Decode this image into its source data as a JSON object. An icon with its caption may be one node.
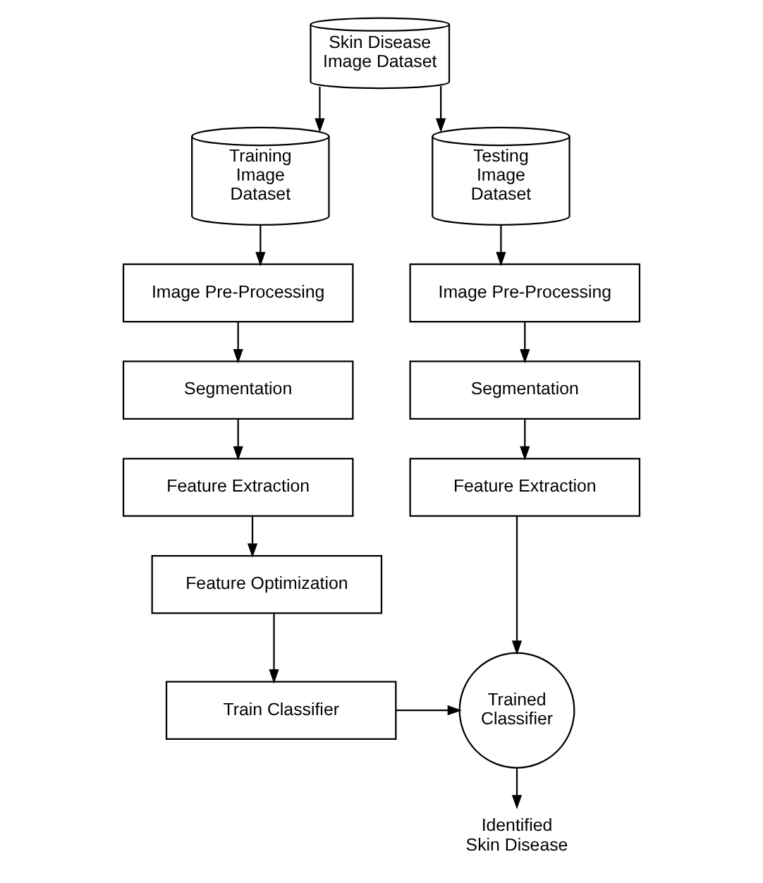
{
  "diagram": {
    "nodes": [
      {
        "text": [
          "Skin Disease Image Dataset"
        ]
      },
      {
        "text": [
          "Training Image Dataset"
        ]
      },
      {
        "text": [
          "Testing Image Dataset"
        ]
      },
      {
        "text": [
          "Image Pre-Processing"
        ]
      },
      {
        "text": [
          "Segmentation"
        ]
      },
      {
        "text": [
          "Feature Extraction"
        ]
      },
      {
        "text": [
          "Feature Optimization"
        ]
      },
      {
        "text": [
          "Train Classifier"
        ]
      },
      {
        "text": [
          "Image Pre-Processing"
        ]
      },
      {
        "text": [
          "Segmentation"
        ]
      },
      {
        "text": [
          "Feature Extraction"
        ]
      },
      {
        "text": [
          "Trained Classifier"
        ]
      },
      {
        "text": [
          "Identified Skin Disease"
        ]
      }
    ],
    "edges": [
      {
        "from": 0,
        "to": 1,
        "arrow": "to"
      },
      {
        "from": 0,
        "to": 2,
        "arrow": "to"
      },
      {
        "from": 1,
        "to": 3,
        "arrow": "to"
      },
      {
        "from": 3,
        "to": 4,
        "arrow": "to"
      },
      {
        "from": 4,
        "to": 5,
        "arrow": "to"
      },
      {
        "from": 5,
        "to": 6,
        "arrow": "to"
      },
      {
        "from": 6,
        "to": 7,
        "arrow": "to"
      },
      {
        "from": 2,
        "to": 8,
        "arrow": "to"
      },
      {
        "from": 8,
        "to": 9,
        "arrow": "to"
      },
      {
        "from": 9,
        "to": 10,
        "arrow": "to"
      },
      {
        "from": 10,
        "to": 11,
        "arrow": "to"
      },
      {
        "from": 7,
        "to": 11,
        "arrow": "to"
      },
      {
        "from": 11,
        "to": 12,
        "arrow": "to"
      }
    ]
  }
}
